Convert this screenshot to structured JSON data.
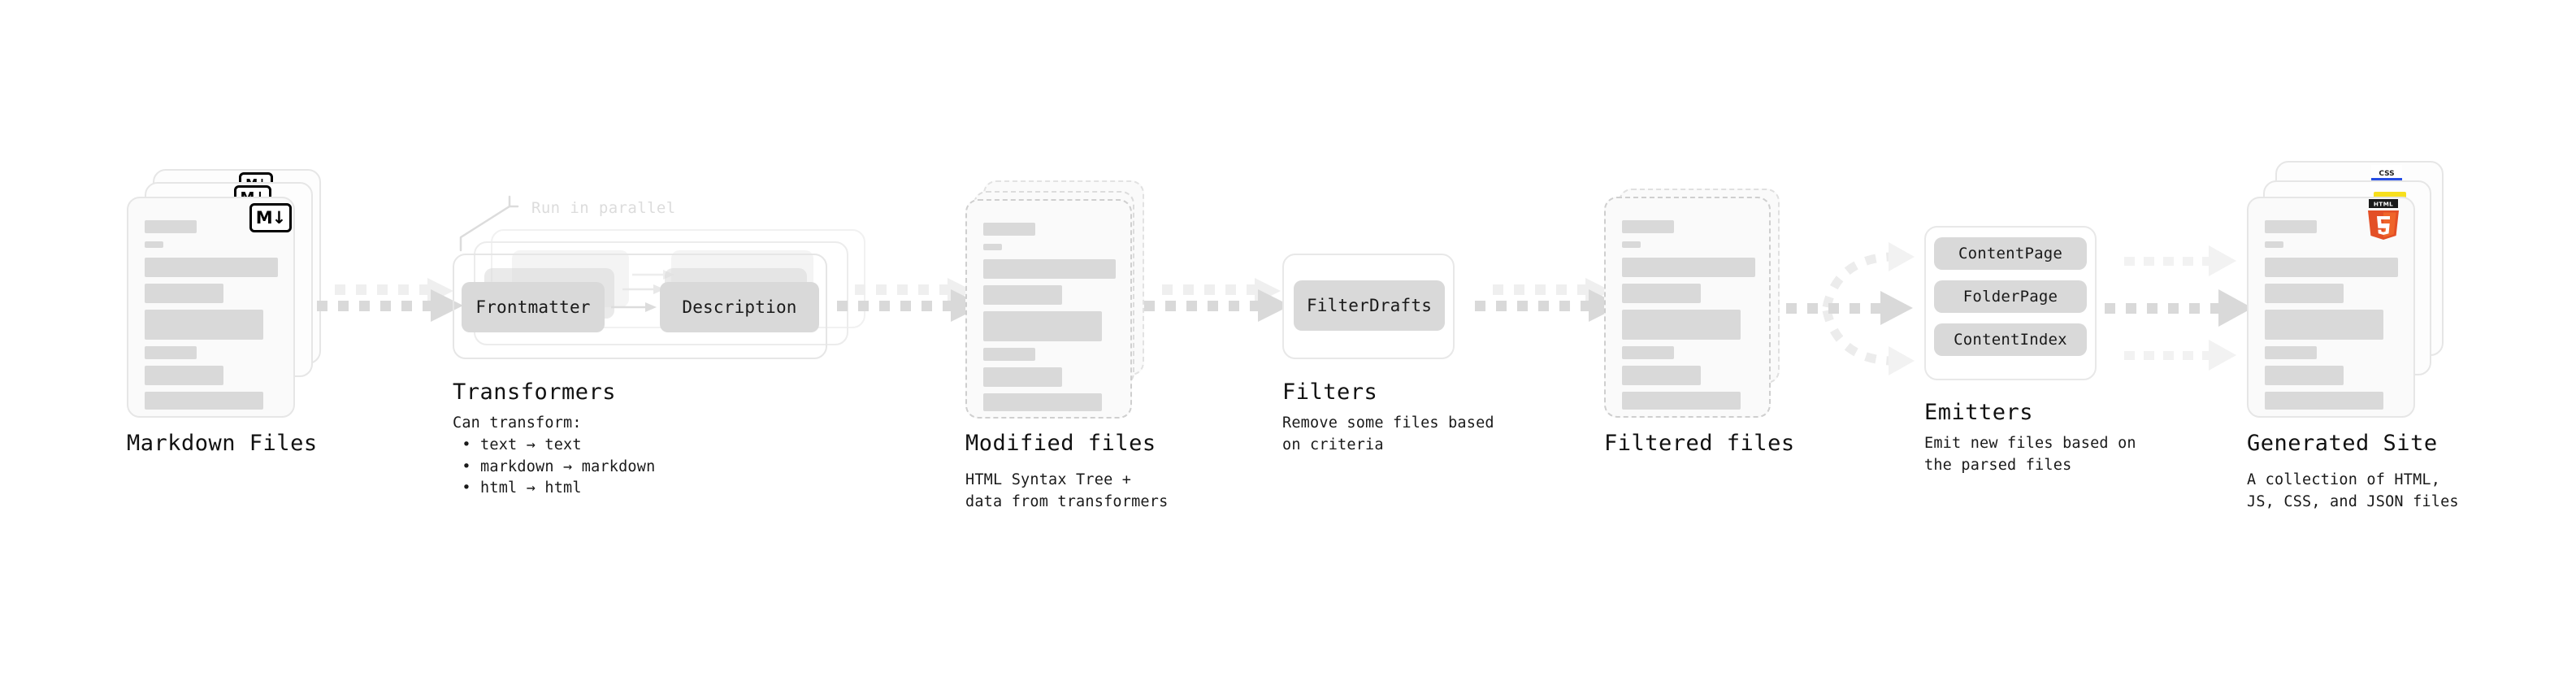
{
  "diagram": {
    "type": "pipeline-flow",
    "background": "#ffffff",
    "accent_colors": {
      "card_fill": "#fafafa",
      "card_border": "#e6e6e6",
      "dashed_border": "#cfcfcf",
      "content_bar": "#d9d9d9",
      "arrow": "#d9d9d9",
      "arrow_faint": "#efefef",
      "text": "#111111",
      "muted_text": "#dcdcdc",
      "html5_orange": "#e34f26",
      "html5_light": "#ef652a",
      "js_yellow": "#f7df1e",
      "css_blue": "#264de4"
    }
  },
  "stages": [
    {
      "id": "markdown-files",
      "title": "Markdown Files",
      "subtitle": "",
      "badge": "M↓",
      "badge_name": "markdown-badge",
      "stack_count": 3
    },
    {
      "id": "transformers",
      "title": "Transformers",
      "subtitle": "Can transform:\n • text → text\n • markdown → markdown\n • html → html",
      "parallel_label": "Run in parallel",
      "pills": [
        "Frontmatter",
        "Description"
      ],
      "stack_count": 3
    },
    {
      "id": "modified-files",
      "title": "Modified files",
      "subtitle": "HTML Syntax Tree +\ndata from transformers",
      "stack_count": 3
    },
    {
      "id": "filters",
      "title": "Filters",
      "subtitle": "Remove some files based\non criteria",
      "pills": [
        "FilterDrafts"
      ]
    },
    {
      "id": "filtered-files",
      "title": "Filtered files",
      "subtitle": "",
      "stack_count": 2
    },
    {
      "id": "emitters",
      "title": "Emitters",
      "subtitle": "Emit new files based on\nthe parsed files",
      "pills": [
        "ContentPage",
        "FolderPage",
        "ContentIndex"
      ]
    },
    {
      "id": "generated-site",
      "title": "Generated Site",
      "subtitle": "A collection of HTML,\nJS, CSS, and JSON files",
      "badges": [
        "HTML5",
        "JS",
        "CSS"
      ],
      "stack_count": 3
    }
  ],
  "connectors": [
    {
      "from": "markdown-files",
      "to": "transformers",
      "style": "dashed-arrow"
    },
    {
      "from": "transformers",
      "to": "modified-files",
      "style": "dashed-arrow"
    },
    {
      "from": "modified-files",
      "to": "filters",
      "style": "dashed-arrow"
    },
    {
      "from": "filters",
      "to": "filtered-files",
      "style": "dashed-arrow"
    },
    {
      "from": "filtered-files",
      "to": "emitters",
      "style": "dashed-branch-3"
    },
    {
      "from": "emitters",
      "to": "generated-site",
      "style": "dashed-parallel-3"
    }
  ],
  "html5_badge": {
    "label_top": "HTML",
    "label_main": "5"
  },
  "css_badge": {
    "label": "CSS"
  }
}
